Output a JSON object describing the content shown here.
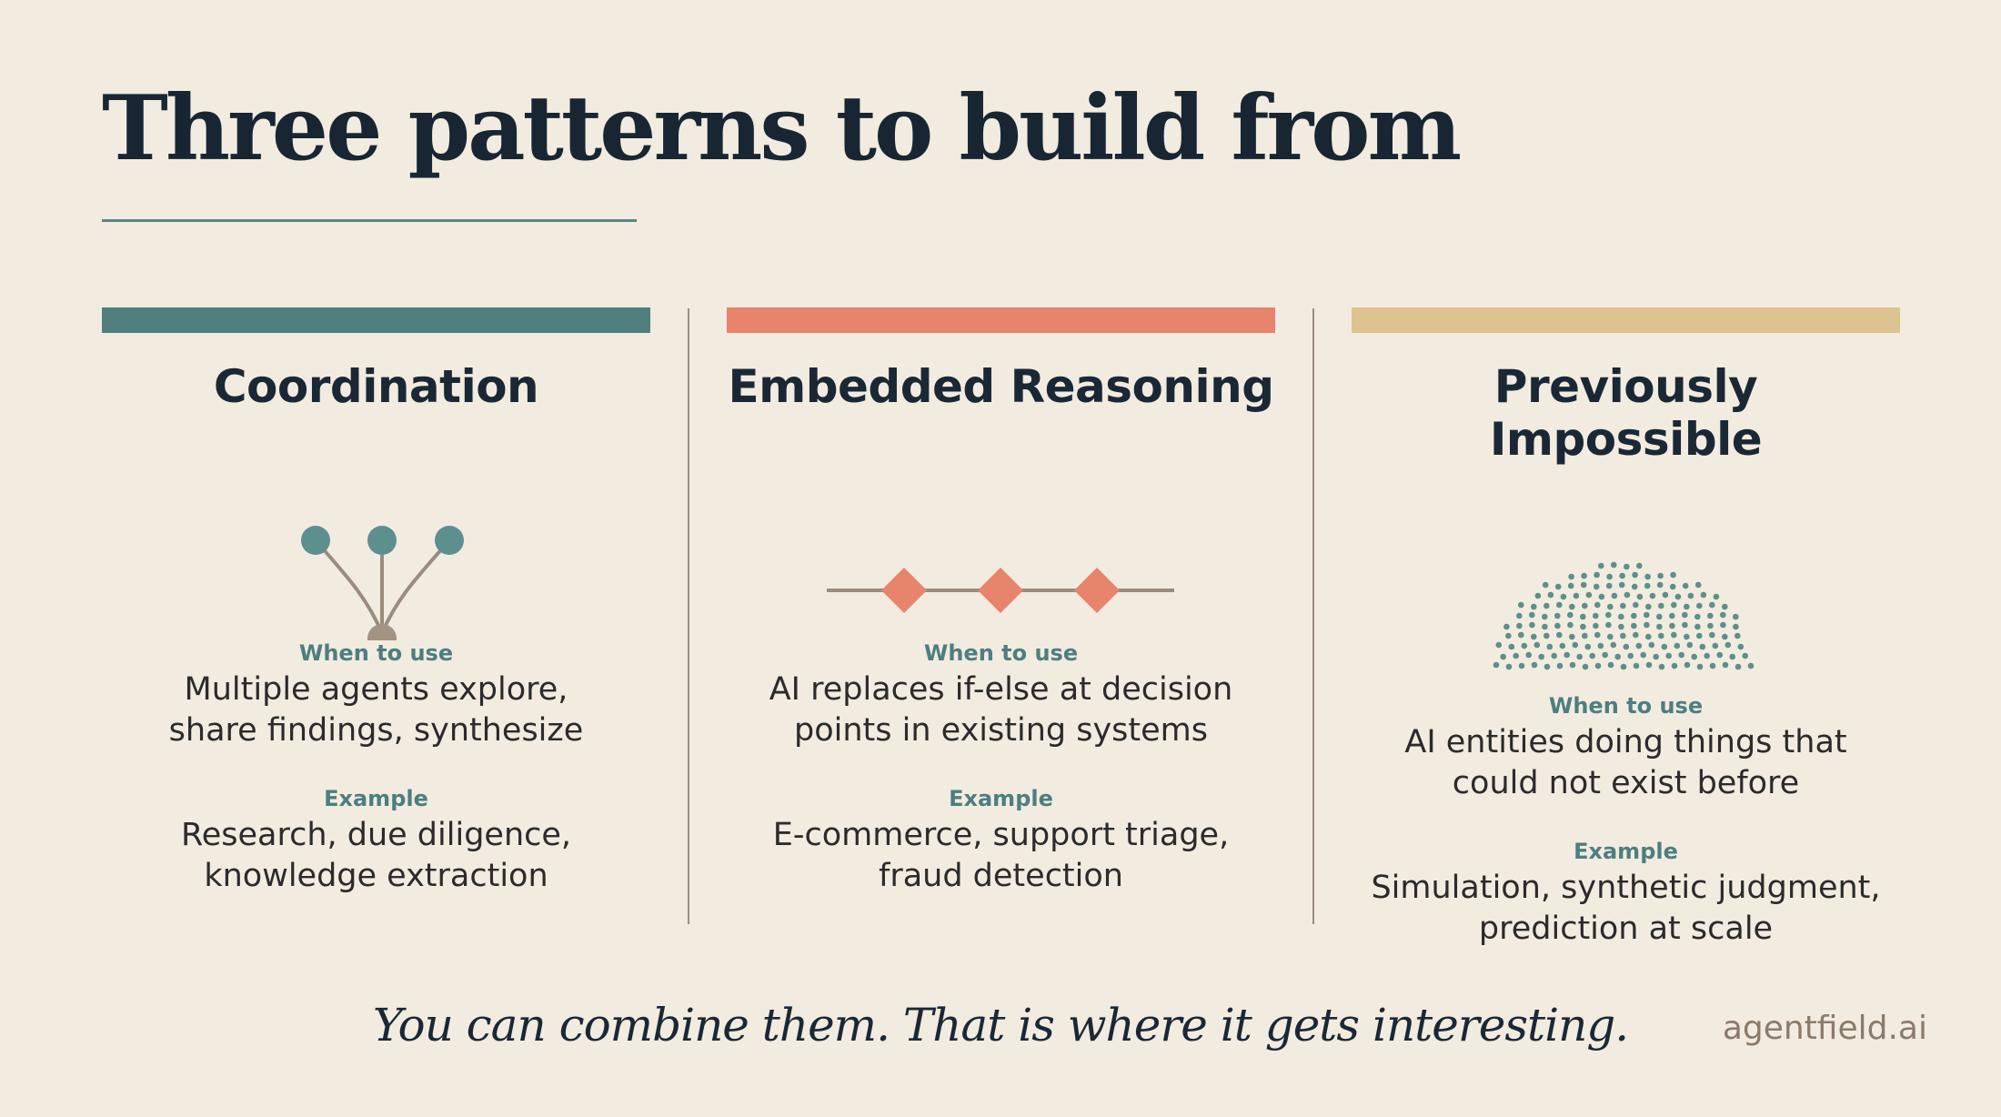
{
  "title": "Three patterns to build from",
  "colors": {
    "background": "#f2ebe0",
    "teal": "#4f7f7f",
    "coral": "#e8836c",
    "sand": "#dcc38f",
    "divider": "#9c8e7e"
  },
  "patterns": [
    {
      "name": "Coordination",
      "accent": "#4f7f7f",
      "icon": "converging-nodes-icon",
      "when_label": "When to use",
      "when_text": "Multiple agents explore,\nshare findings, synthesize",
      "example_label": "Example",
      "example_text": "Research, due diligence,\nknowledge extraction"
    },
    {
      "name": "Embedded Reasoning",
      "accent": "#e8836c",
      "icon": "diamond-chain-icon",
      "when_label": "When to use",
      "when_text": "AI replaces if-else at decision\npoints in existing systems",
      "example_label": "Example",
      "example_text": "E-commerce, support triage,\nfraud detection"
    },
    {
      "name": "Previously Impossible",
      "accent": "#dcc38f",
      "icon": "dot-cloud-icon",
      "when_label": "When to use",
      "when_text": "AI entities doing things that\ncould not exist before",
      "example_label": "Example",
      "example_text": "Simulation, synthetic judgment,\nprediction at scale"
    }
  ],
  "footer": "You can combine them. That is where it gets interesting.",
  "brand": "agentfield.ai"
}
